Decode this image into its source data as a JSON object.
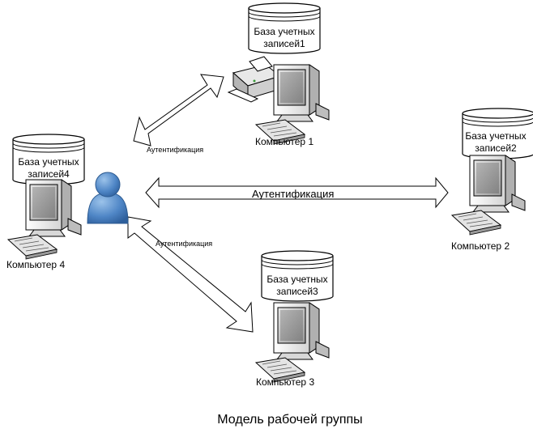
{
  "diagram": {
    "caption": "Модель рабочей группы",
    "computers": [
      {
        "name": "Компьютер 1",
        "db_line1": "База учетных",
        "db_line2": "записей1"
      },
      {
        "name": "Компьютер 2",
        "db_line1": "База учетных",
        "db_line2": "записей2"
      },
      {
        "name": "Компьютер 3",
        "db_line1": "База учетных",
        "db_line2": "записей3"
      },
      {
        "name": "Компьютер 4",
        "db_line1": "База учетных",
        "db_line2": "записей4"
      }
    ],
    "arrows": {
      "to_computer1": "Аутентификация",
      "to_computer2": "Аутентификация",
      "to_computer3": "Аутентификация"
    }
  }
}
